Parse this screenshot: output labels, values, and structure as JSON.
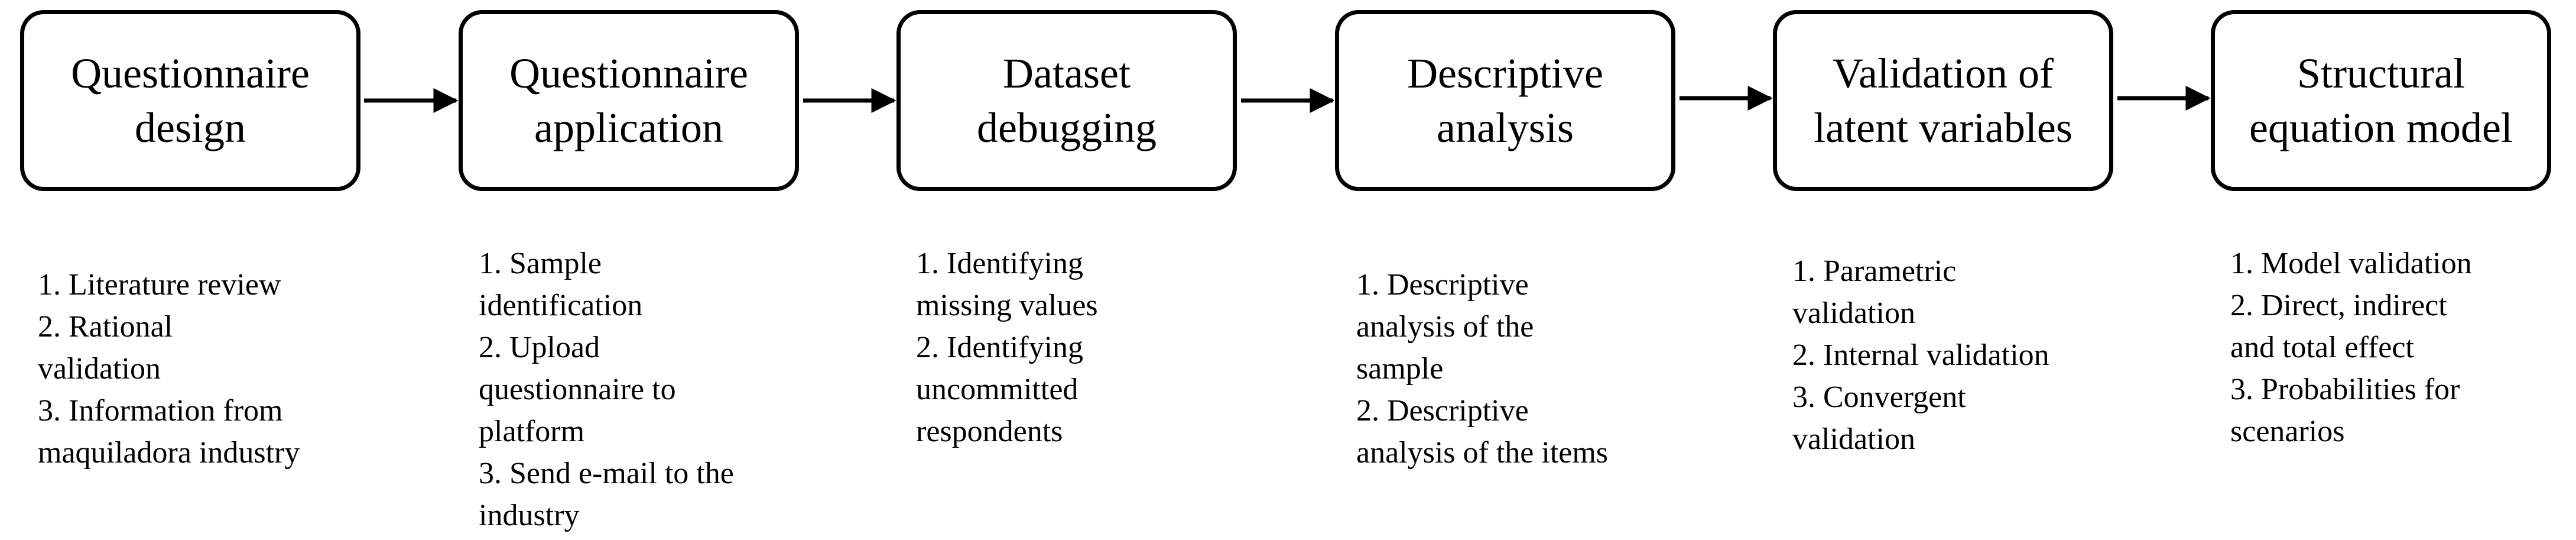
{
  "steps": [
    {
      "title": [
        "Questionnaire",
        "design"
      ],
      "notes": [
        "1. Literature review",
        "2. Rational",
        "validation",
        "3. Information from",
        "maquiladora industry"
      ]
    },
    {
      "title": [
        "Questionnaire",
        "application"
      ],
      "notes": [
        "1. Sample",
        "identification",
        "2. Upload",
        "questionnaire to",
        "platform",
        "3. Send e-mail to the",
        "industry"
      ]
    },
    {
      "title": [
        "Dataset",
        "debugging"
      ],
      "notes": [
        "1. Identifying",
        "missing values",
        "2. Identifying",
        "uncommitted",
        "respondents"
      ]
    },
    {
      "title": [
        "Descriptive",
        "analysis"
      ],
      "notes": [
        "1. Descriptive",
        "analysis of the",
        "sample",
        "2. Descriptive",
        "analysis of the items"
      ]
    },
    {
      "title": [
        "Validation of",
        "latent variables"
      ],
      "notes": [
        "1. Parametric",
        "validation",
        "2. Internal validation",
        "3. Convergent",
        "validation"
      ]
    },
    {
      "title": [
        "Structural",
        "equation model"
      ],
      "notes": [
        "1. Model validation",
        "2. Direct, indirect",
        "and total effect",
        "3. Probabilities for",
        "scenarios"
      ]
    }
  ]
}
